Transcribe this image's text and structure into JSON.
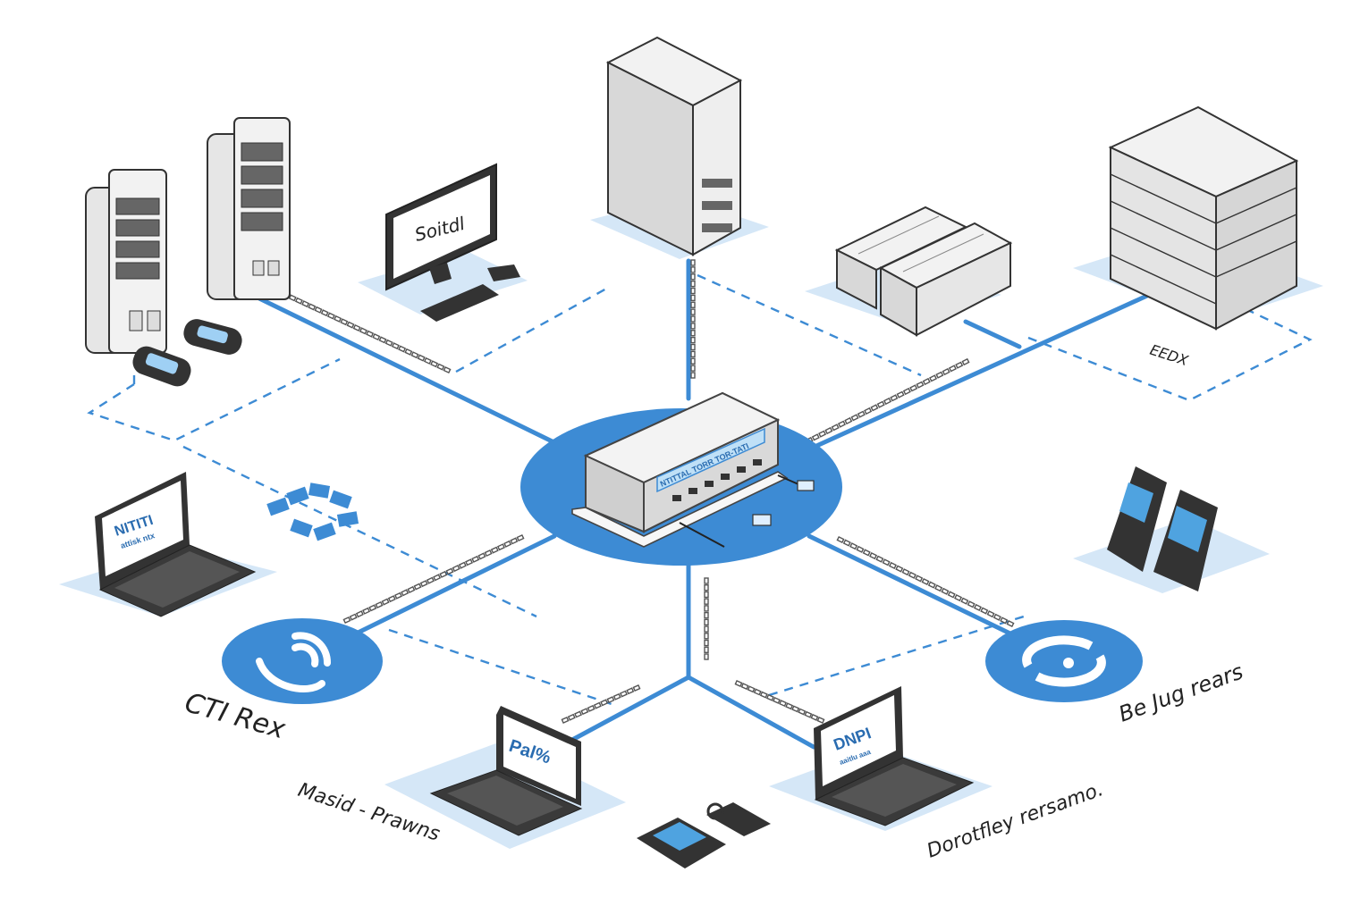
{
  "labels": {
    "cti_rex": "CTI Rex",
    "masid_prawns": "Masid - Prawns",
    "dorotfley_rersamo": "Dorotfley rersamo.",
    "be_jug_rears": "Be Jug rears",
    "eedx": "EEDX"
  },
  "screens": {
    "desktop": "Soitdl",
    "laptop_left": "NITITI",
    "laptop_left_sub": "attisk ntx",
    "laptop_center": "Pal%",
    "laptop_right": "DNPI",
    "laptop_right_sub": "aaitlu aaa"
  },
  "hub": {
    "display": "NTITTAL TORR TOR-TATI"
  },
  "colors": {
    "accent": "#3d8bd4",
    "pad": "#d5e7f7",
    "device_light": "#ebebeb",
    "device_dark": "#3a3a3a",
    "screen": "#cfe5f6"
  },
  "icons": {
    "cti_phone": "phone-wave-icon",
    "sync_circle": "sync-arrows-icon",
    "puzzle": "puzzle-circle-icon"
  }
}
